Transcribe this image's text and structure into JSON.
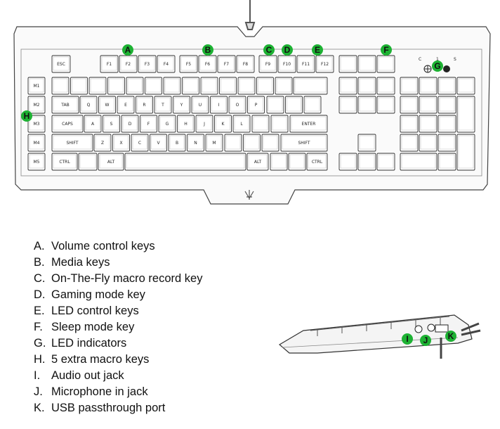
{
  "legend": [
    {
      "letter": "A.",
      "text": "Volume control keys"
    },
    {
      "letter": "B.",
      "text": "Media keys"
    },
    {
      "letter": "C.",
      "text": "On-The-Fly macro record key"
    },
    {
      "letter": "D.",
      "text": "Gaming mode key"
    },
    {
      "letter": "E.",
      "text": "LED control keys"
    },
    {
      "letter": "F.",
      "text": "Sleep mode key"
    },
    {
      "letter": "G.",
      "text": "LED indicators"
    },
    {
      "letter": "H.",
      "text": "5 extra macro keys"
    },
    {
      "letter": "I.",
      "text": "Audio out jack"
    },
    {
      "letter": "J.",
      "text": "Microphone in jack"
    },
    {
      "letter": "K.",
      "text": "USB passthrough port"
    }
  ],
  "callouts": {
    "A": "A",
    "B": "B",
    "C": "C",
    "D": "D",
    "E": "E",
    "F": "F",
    "G": "G",
    "H": "H",
    "I": "I",
    "J": "J",
    "K": "K"
  },
  "callout_color": "#1db233",
  "keys": {
    "esc": "ESC",
    "f1": "F1",
    "f2": "F2",
    "f3": "F3",
    "f4": "F4",
    "f5": "F5",
    "f6": "F6",
    "f7": "F7",
    "f8": "F8",
    "f9": "F9",
    "f10": "F10",
    "f11": "F11",
    "f12": "F12",
    "m1": "M1",
    "m2": "M2",
    "m3": "M3",
    "m4": "M4",
    "m5": "M5",
    "shift_l": "SHIFT",
    "shift_r": "SHIFT",
    "ctrl_l": "CTRL",
    "ctrl_r": "CTRL",
    "alt_l": "ALT",
    "alt_r": "ALT",
    "enter": "ENTER",
    "caps": "CAPS",
    "tab": "TAB",
    "row3_letters": [
      "A",
      "S",
      "D",
      "F",
      "G",
      "H",
      "J",
      "K",
      "L"
    ],
    "row2_letters": [
      "Q",
      "W",
      "E",
      "R",
      "T",
      "Y",
      "U",
      "I",
      "O",
      "P"
    ],
    "row4_letters": [
      "Z",
      "X",
      "C",
      "V",
      "B",
      "N",
      "M"
    ],
    "led_labels": [
      "C",
      "1",
      "S"
    ]
  }
}
